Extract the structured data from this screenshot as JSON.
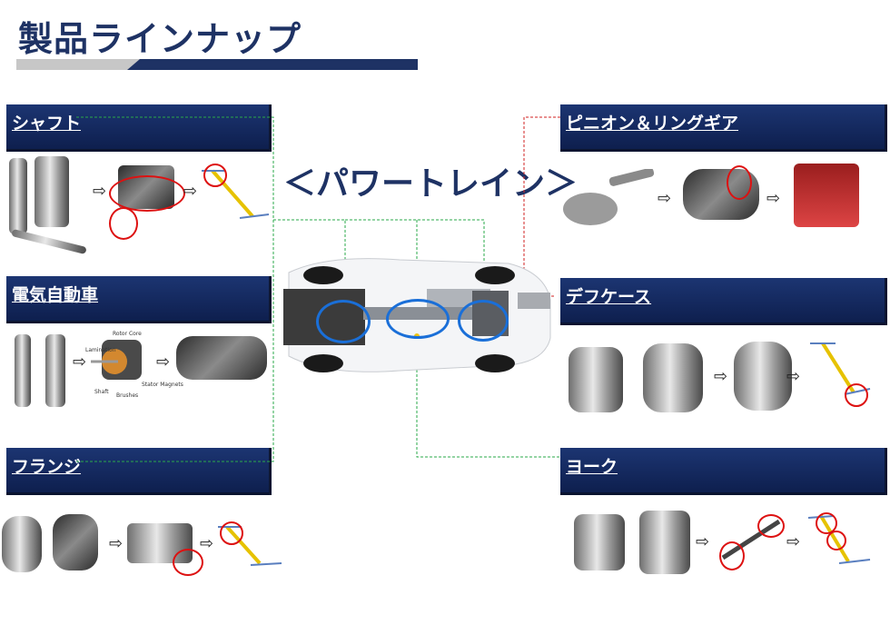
{
  "title": "製品ラインナップ",
  "subheading": "＜パワートレイン＞",
  "categories": {
    "shaft": "シャフト",
    "ev": "電気自動車",
    "flange": "フランジ",
    "pinion": "ピニオン＆リングギア",
    "diffcase": "デフケース",
    "yoke": "ヨーク"
  },
  "arrow_glyph": "⇨",
  "motor_labels": [
    "Rotor Core",
    "Lamination",
    "Shaft",
    "Brushes",
    "Stator Magnets"
  ],
  "colors": {
    "navy": "#1e3264",
    "green_line": "#2aa84a",
    "red_line": "#d22222",
    "blue_ring": "#1a6fd8"
  }
}
